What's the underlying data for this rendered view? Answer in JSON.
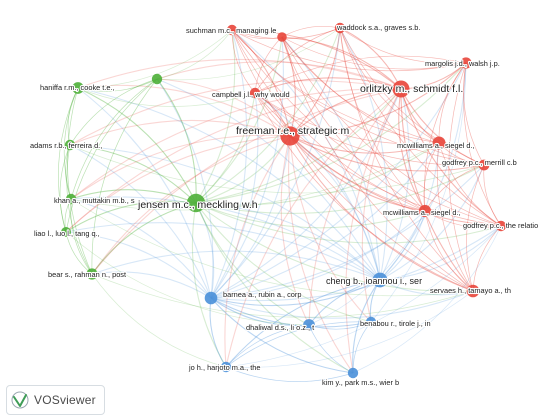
{
  "diagram": {
    "type": "co-citation-network",
    "colors": {
      "green": "#4caf37",
      "red": "#e8453a",
      "blue": "#4a90d9"
    },
    "nodes": [
      {
        "id": "freeman",
        "label": "freeman r.e., strategic m",
        "cluster": "red",
        "weight": 3
      },
      {
        "id": "orlitzky",
        "label": "orlitzky m., schmidt f.l.",
        "cluster": "red",
        "weight": 2.5
      },
      {
        "id": "suchman",
        "label": "suchman m.c., managing le",
        "cluster": "red",
        "weight": 1
      },
      {
        "id": "waddock",
        "label": "waddock s.a., graves s.b.",
        "cluster": "red",
        "weight": 1
      },
      {
        "id": "unlabeled_red",
        "label": "",
        "cluster": "red",
        "weight": 0.8
      },
      {
        "id": "margolis",
        "label": "margolis j.d., walsh j.p.",
        "cluster": "red",
        "weight": 1.2
      },
      {
        "id": "campbell",
        "label": "campbell j.l., why would",
        "cluster": "red",
        "weight": 1
      },
      {
        "id": "mcwilliams1",
        "label": "mcwilliams a., siegel d.,",
        "cluster": "red",
        "weight": 1.6
      },
      {
        "id": "godfrey1",
        "label": "godfrey p.c., merrill c.b",
        "cluster": "red",
        "weight": 1.1
      },
      {
        "id": "mcwilliams2",
        "label": "mcwilliams a., siegel d.,",
        "cluster": "red",
        "weight": 1.4
      },
      {
        "id": "godfrey2",
        "label": "godfrey p.c., the relatio",
        "cluster": "red",
        "weight": 1
      },
      {
        "id": "servaes",
        "label": "servaes h., tamayo a., th",
        "cluster": "red",
        "weight": 1.5
      },
      {
        "id": "jensen",
        "label": "jensen m.c., meckling w.h",
        "cluster": "green",
        "weight": 2.8
      },
      {
        "id": "haniffa",
        "label": "haniffa r.m., cooke t.e.,",
        "cluster": "green",
        "weight": 1.3
      },
      {
        "id": "unlabeled_green",
        "label": "",
        "cluster": "green",
        "weight": 1
      },
      {
        "id": "adams",
        "label": "adams r.b., ferreira d.,",
        "cluster": "green",
        "weight": 1
      },
      {
        "id": "khan",
        "label": "khan a., muttakin m.b., s",
        "cluster": "green",
        "weight": 1
      },
      {
        "id": "liao",
        "label": "liao l., luo l., tang q.,",
        "cluster": "green",
        "weight": 0.9
      },
      {
        "id": "bear",
        "label": "bear s., rahman n., post",
        "cluster": "green",
        "weight": 1.2
      },
      {
        "id": "cheng",
        "label": "cheng b., ioannou i., ser",
        "cluster": "blue",
        "weight": 2
      },
      {
        "id": "barnea",
        "label": "barnea a., rubin a., corp",
        "cluster": "blue",
        "weight": 1.5
      },
      {
        "id": "dhaliwal",
        "label": "dhaliwal d.s., li o.z., t",
        "cluster": "blue",
        "weight": 1.3
      },
      {
        "id": "benabou",
        "label": "benabou r., tirole j., in",
        "cluster": "blue",
        "weight": 1
      },
      {
        "id": "jo",
        "label": "jo h., harjoto m.a., the",
        "cluster": "blue",
        "weight": 1
      },
      {
        "id": "kim",
        "label": "kim y., park m.s., wier b",
        "cluster": "blue",
        "weight": 1
      }
    ]
  },
  "branding": {
    "name": "VOSviewer",
    "icon": "vosviewer-logo-icon"
  }
}
